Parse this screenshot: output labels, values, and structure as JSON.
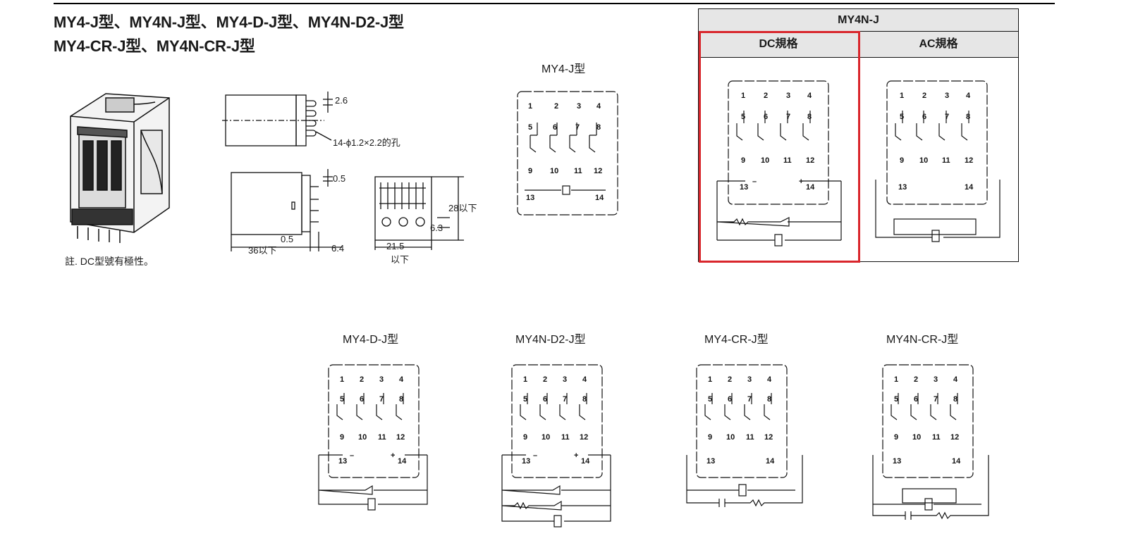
{
  "header": {
    "line1": "MY4-J型、MY4N-J型、MY4-D-J型、MY4N-D2-J型",
    "line2": "MY4-CR-J型、MY4N-CR-J型"
  },
  "note": "註. DC型號有極性。",
  "dimensions": {
    "d_2_6": "2.6",
    "hole": "14-ϕ1.2×2.2的孔",
    "d_0_5_top": "0.5",
    "d_0_5_bottom": "0.5",
    "d_36": "36以下",
    "d_6_4": "6.4",
    "d_28": "28以下",
    "d_6_3": "6.3",
    "d_21_5": "21.5",
    "d_21_5_sub": "以下"
  },
  "diagrams": {
    "my4j": "MY4-J型",
    "my4dj": "MY4-D-J型",
    "my4nd2j": "MY4N-D2-J型",
    "my4crj": "MY4-CR-J型",
    "my4ncrj": "MY4N-CR-J型"
  },
  "table": {
    "title": "MY4N-J",
    "dc_label": "DC規格",
    "ac_label": "AC規格"
  },
  "pins": {
    "top": [
      "1",
      "2",
      "3",
      "4"
    ],
    "mid": [
      "5",
      "6",
      "7",
      "8"
    ],
    "bot": [
      "9",
      "10",
      "11",
      "12"
    ],
    "coil_left": "13",
    "coil_right": "14",
    "minus": "–",
    "plus": "+"
  },
  "colors": {
    "highlight": "#d9262c",
    "header_fill": "#e6e6e6",
    "line": "#1a1a1a"
  }
}
